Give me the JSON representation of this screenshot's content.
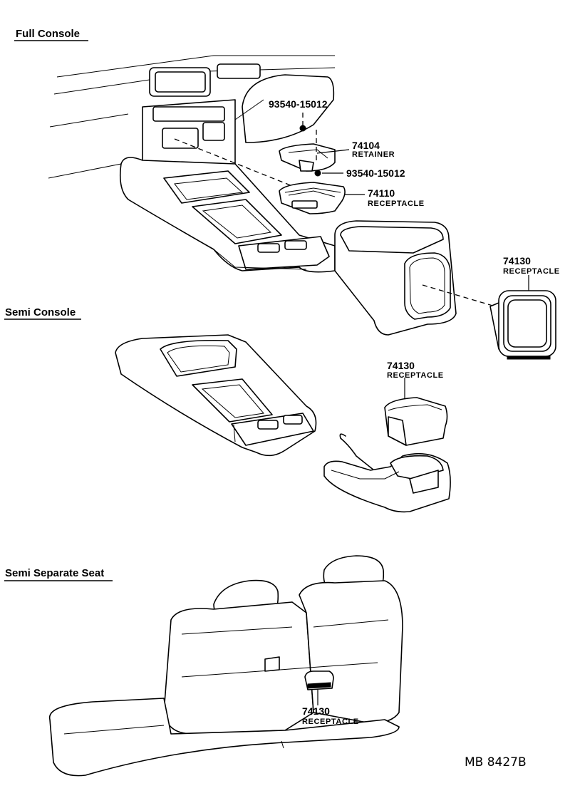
{
  "sections": {
    "full_console": "Full Console",
    "semi_console": "Semi Console",
    "semi_separate_seat": "Semi Separate Seat"
  },
  "parts": {
    "screw_top": "93540-15012",
    "retainer_number": "74104",
    "retainer_name": "RETAINER",
    "screw_bottom": "93540-15012",
    "receptacle_front_number": "74110",
    "receptacle_front_name": "RECEPTACLE",
    "receptacle_rear_number": "74130",
    "receptacle_rear_name": "RECEPTACLE",
    "receptacle_semi_number": "74130",
    "receptacle_semi_name": "RECEPTACLE",
    "receptacle_seat_number": "74130",
    "receptacle_seat_name": "RECEPTACLE"
  },
  "drawing_code": "MB 8427B"
}
